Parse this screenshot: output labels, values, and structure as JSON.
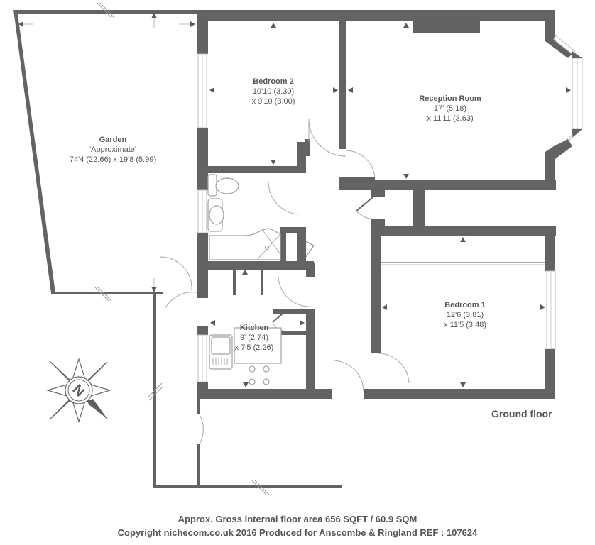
{
  "plan": {
    "floor_label": "Ground floor",
    "rooms": [
      {
        "name": "Garden",
        "line1": "'Approximate'",
        "line2": "74'4 (22.66) x 19'8 (5.99)"
      },
      {
        "name": "Bedroom 2",
        "line1": "10'10 (3.30)",
        "line2": "x 9'10 (3.00)"
      },
      {
        "name": "Reception Room",
        "line1": "17' (5.18)",
        "line2": "x 11'11 (3.63)"
      },
      {
        "name": "Bedroom 1",
        "line1": "12'6 (3.81)",
        "line2": "x 11'5 (3.48)"
      },
      {
        "name": "Kitchen",
        "line1": "9' (2.74)",
        "line2": "x 7'5 (2.26)"
      }
    ],
    "compass": {
      "icon": "compass-north-icon",
      "letter": "N"
    },
    "colors": {
      "wall": "#636363",
      "text": "#555555",
      "door_arc": "#a8a8a8"
    }
  },
  "footer": {
    "area": "Approx. Gross internal floor area 656 SQFT / 60.9 SQM",
    "copyright": "Copyright nichecom.co.uk 2016 Produced for Anscombe & Ringland REF : 107624"
  }
}
